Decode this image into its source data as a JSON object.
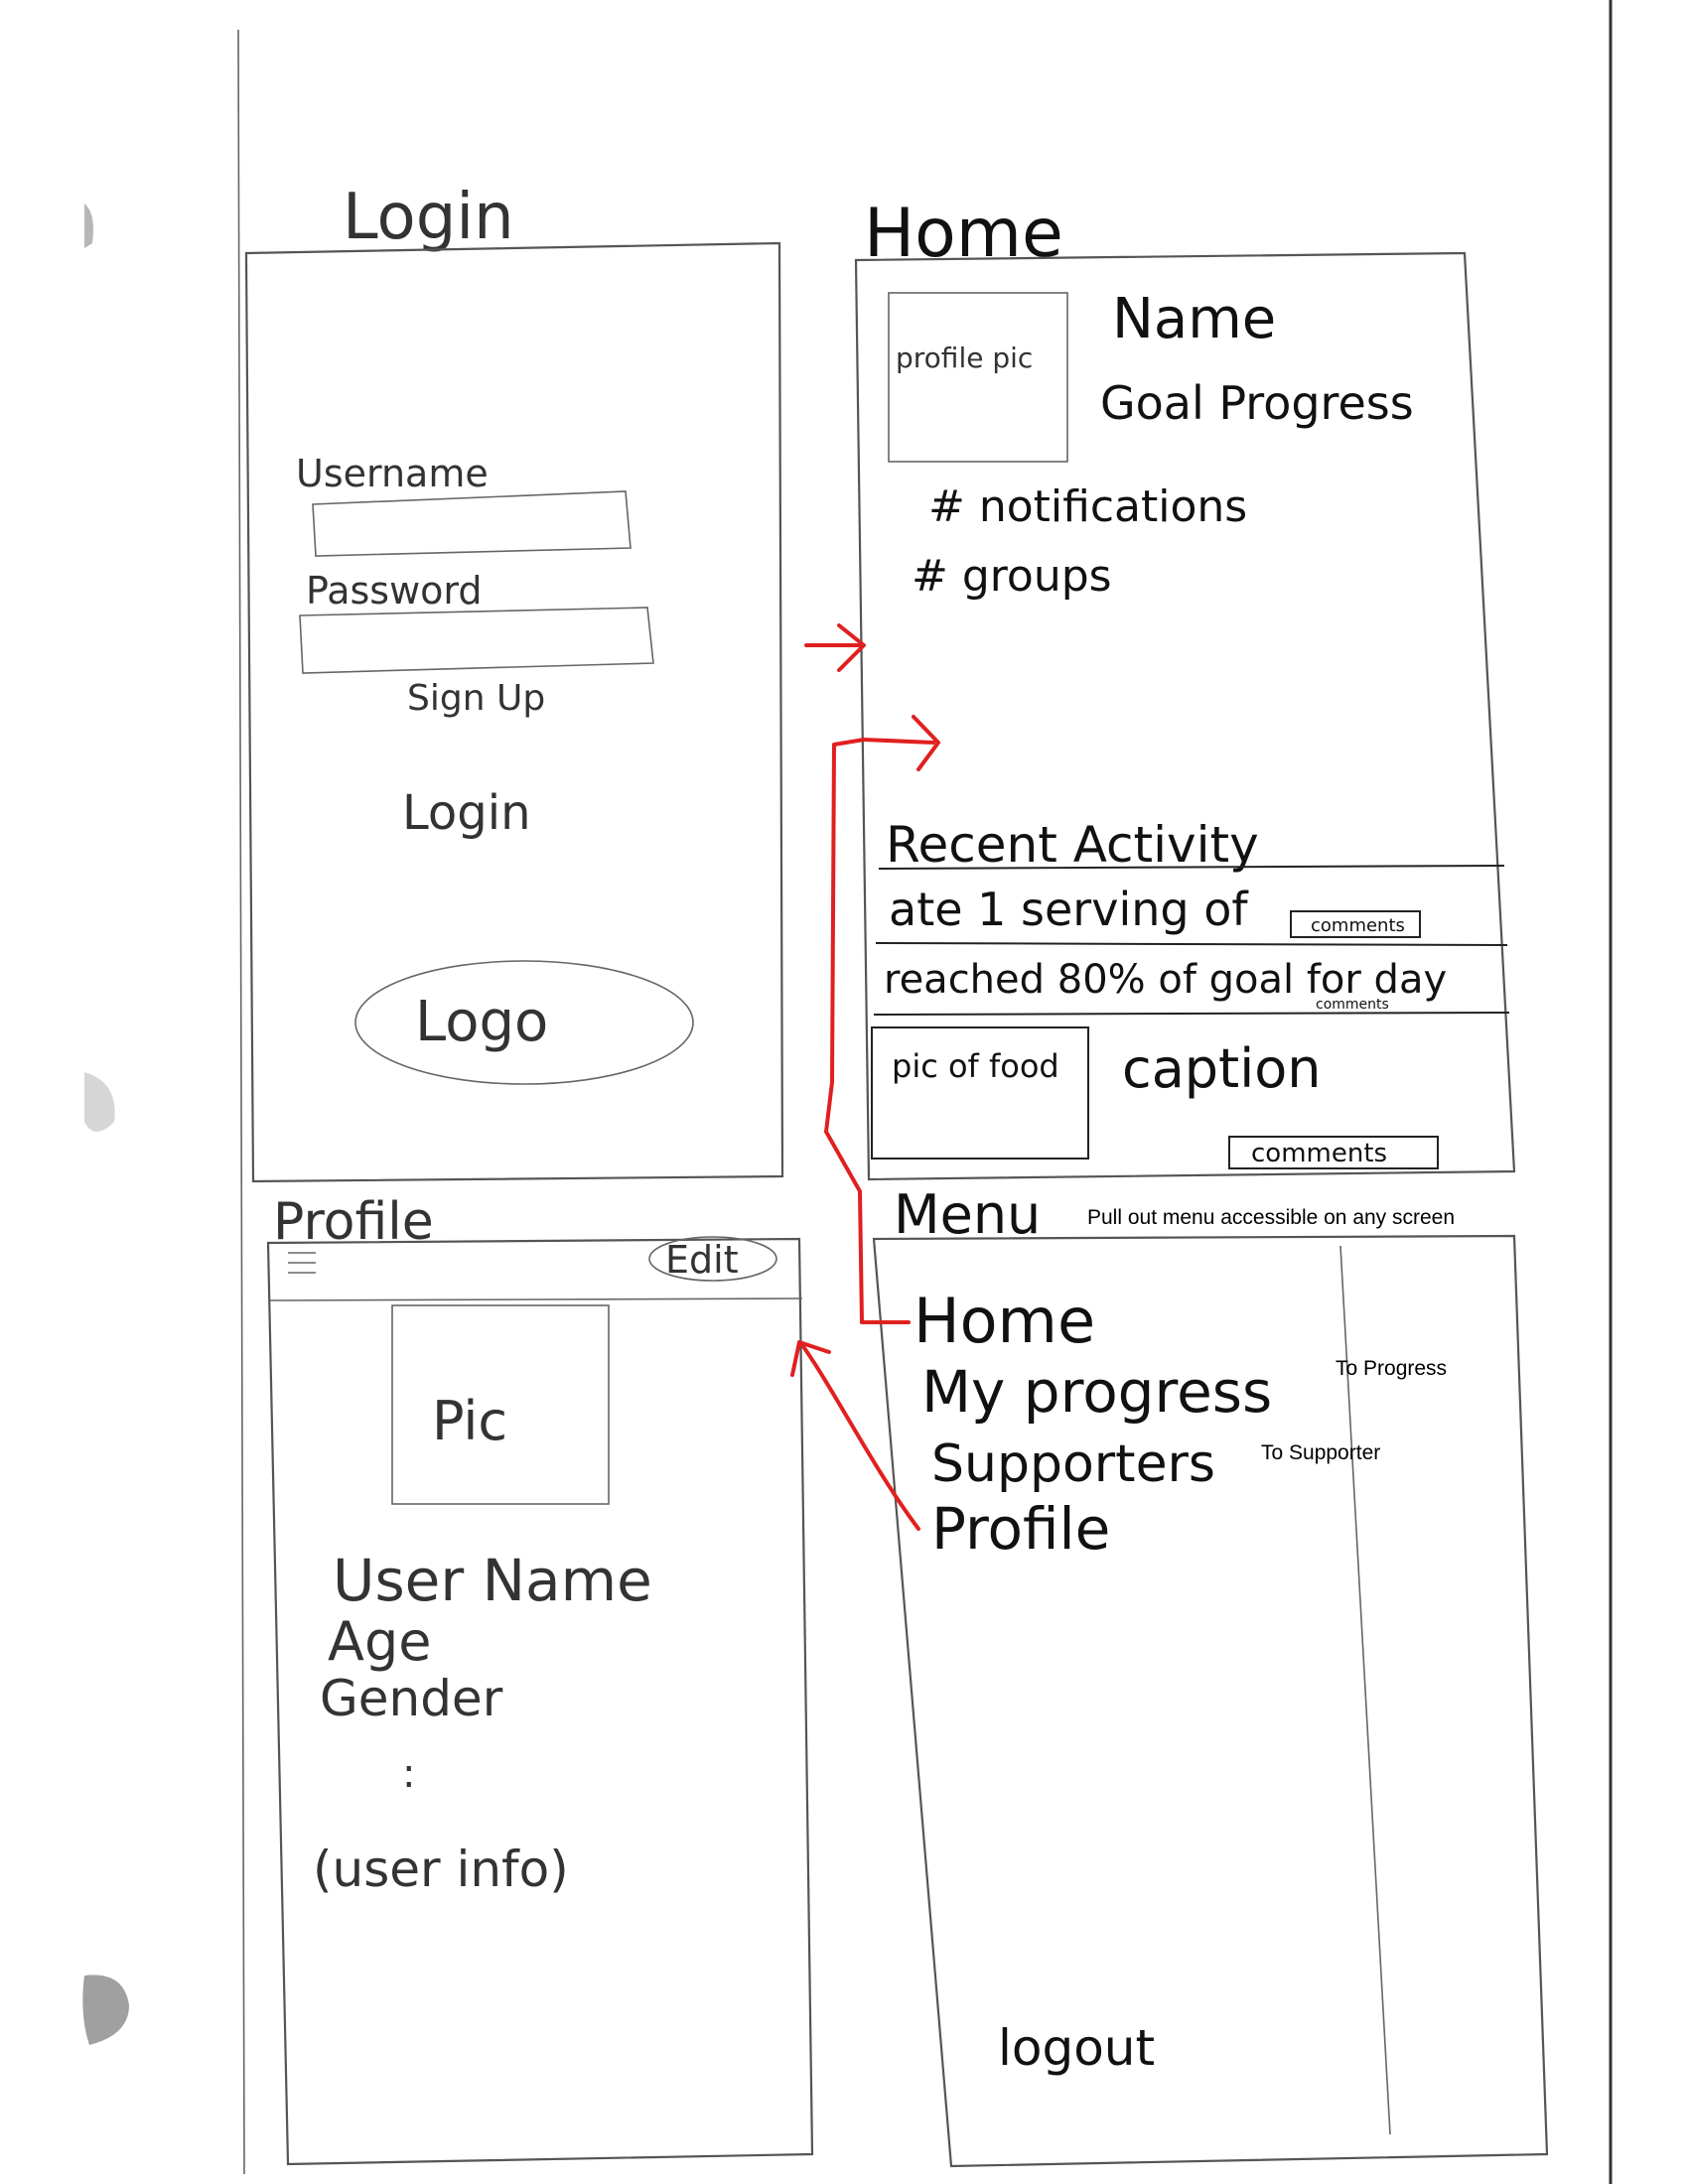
{
  "login": {
    "title": "Login",
    "username_label": "Username",
    "password_label": "Password",
    "signup_label": "Sign Up",
    "login_label": "Login",
    "logo_label": "Logo"
  },
  "home": {
    "title": "Home",
    "profile_pic_label": "profile pic",
    "name_label": "Name",
    "goal_progress_label": "Goal Progress",
    "notifications_label": "# notifications",
    "groups_label": "# groups",
    "recent_activity_label": "Recent Activity",
    "activity_items": [
      {
        "text": "ate 1 serving of",
        "comments": "comments"
      },
      {
        "text": "reached 80% of goal for day",
        "comments": "comments"
      }
    ],
    "food_pic_label": "pic of food",
    "caption_label": "caption",
    "post_comments_label": "comments"
  },
  "profile": {
    "title": "Profile",
    "menu_icon": "hamburger-icon",
    "edit_label": "Edit",
    "pic_label": "Pic",
    "user_name_label": "User Name",
    "age_label": "Age",
    "gender_label": "Gender",
    "ellipsis": ":",
    "user_info_label": "(user info)"
  },
  "menu": {
    "title": "Menu",
    "note": "Pull out menu accessible on any screen",
    "items": [
      "Home",
      "My progress",
      "Supporters",
      "Profile"
    ],
    "to_progress_note": "To Progress",
    "to_supporter_note": "To Supporter",
    "logout_label": "logout"
  },
  "colors": {
    "pencil": "#555555",
    "ink": "#222222",
    "arrow": "#e02020"
  }
}
